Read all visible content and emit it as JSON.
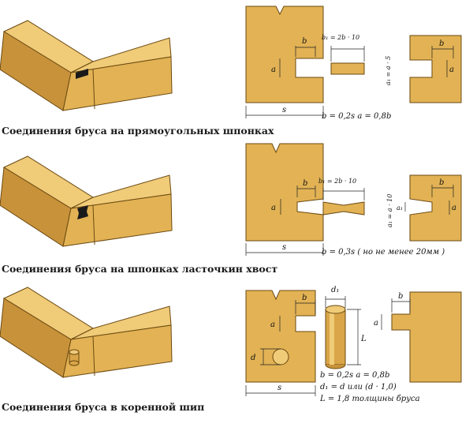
{
  "sections": [
    {
      "caption": "Соединения бруса на прямоугольных шпонках",
      "labels": {
        "b_top": "b",
        "a_left": "a",
        "s_bottom": "s",
        "key_width": "b₁ = 2b · 10",
        "key_height": "a₁ = a · 5",
        "b_right": "b",
        "a_right": "a"
      },
      "formula": "b = 0,2s  a = 0,8b"
    },
    {
      "caption": "Соединения бруса на шпонках ласточкин хвост",
      "labels": {
        "b_top": "b",
        "a_left": "a",
        "s_bottom": "s",
        "key_width": "b₁ = 2b · 10",
        "key_height": "a₁ = a · 10",
        "b_right": "b",
        "a_right": "a",
        "a1_right": "a₁"
      },
      "formula": "b = 0,3s ( но не менее 20мм )"
    },
    {
      "caption": "Соединения бруса в коренной шип",
      "labels": {
        "b_top": "b",
        "a_left": "a",
        "d_left": "d",
        "s_bottom": "s",
        "d1_top": "d₁",
        "L_right": "L",
        "b_right": "b",
        "a_right": "a"
      },
      "formula_lines": [
        "b = 0,2s  a = 0,8b",
        "d₁ = d или (d · 1,0)",
        "L = 1,8 толщины бруса"
      ]
    }
  ]
}
